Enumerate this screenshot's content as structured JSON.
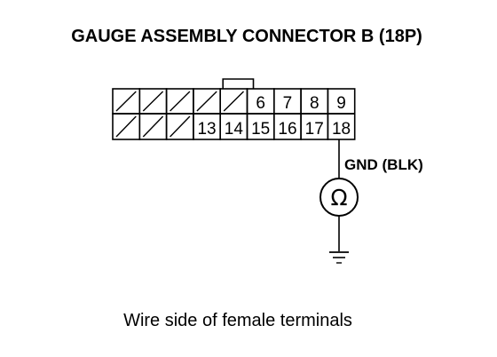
{
  "title": "GAUGE ASSEMBLY CONNECTOR B (18P)",
  "connector": {
    "top_row": [
      {
        "label": "",
        "filled": true
      },
      {
        "label": "",
        "filled": true
      },
      {
        "label": "",
        "filled": true
      },
      {
        "label": "",
        "filled": true
      },
      {
        "label": "",
        "filled": true
      },
      {
        "label": "6",
        "filled": false
      },
      {
        "label": "7",
        "filled": false
      },
      {
        "label": "8",
        "filled": false
      },
      {
        "label": "9",
        "filled": false
      }
    ],
    "bottom_row": [
      {
        "label": "",
        "filled": true
      },
      {
        "label": "",
        "filled": true
      },
      {
        "label": "",
        "filled": true
      },
      {
        "label": "13",
        "filled": false
      },
      {
        "label": "14",
        "filled": false
      },
      {
        "label": "15",
        "filled": false
      },
      {
        "label": "16",
        "filled": false
      },
      {
        "label": "17",
        "filled": false
      },
      {
        "label": "18",
        "filled": false
      }
    ],
    "probe_terminal": "18"
  },
  "wire_label": "GND (BLK)",
  "meter_symbol": "Ω",
  "caption": "Wire side of female terminals",
  "colors": {
    "ink": "#000000",
    "background": "#ffffff"
  }
}
